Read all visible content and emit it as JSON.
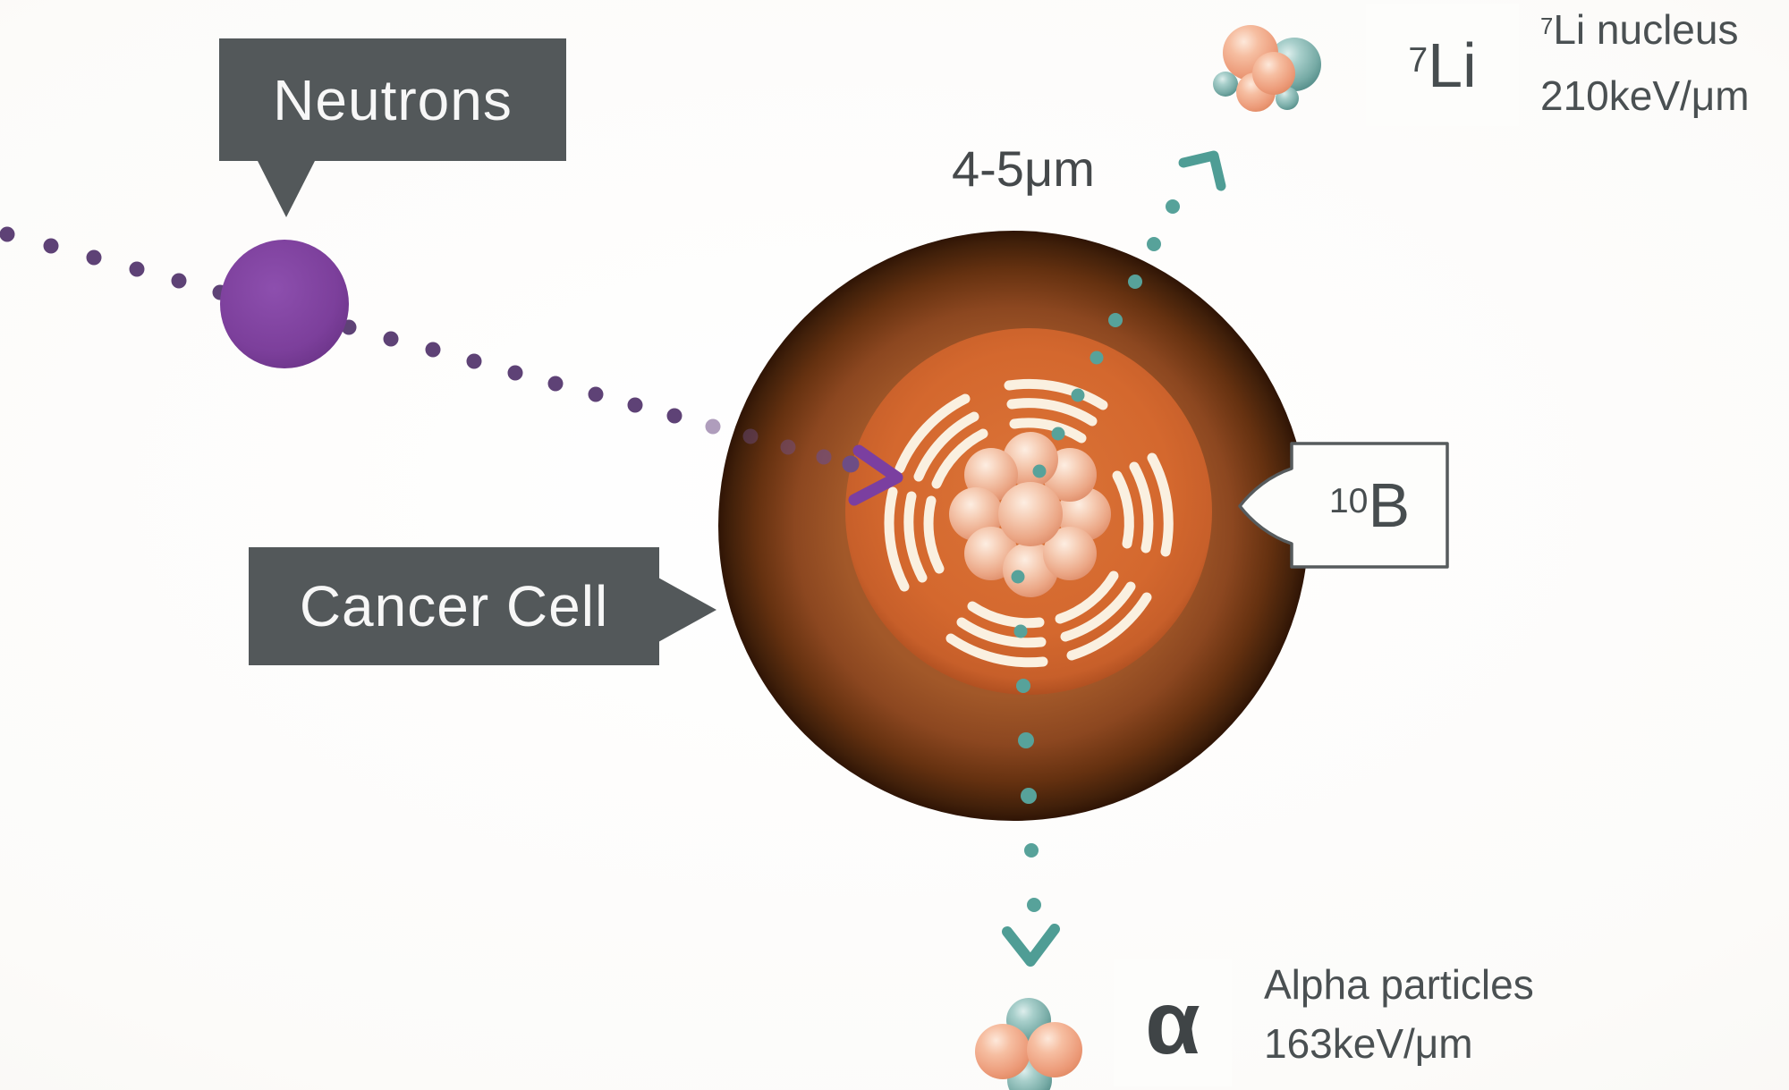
{
  "title": "Boron neutron capture therapy cell diagram",
  "colors": {
    "background": "#fcfbf9",
    "label_box_gray": "#53585a",
    "label_text_white": "#f7f7f7",
    "neutron_purple": "#7c3f9b",
    "purple_dots": "#5e4276",
    "teal": "#4f9d95",
    "cell_outer_brown": "#6b3414",
    "cell_inner_orange": "#d4682e",
    "arc_cream": "#faf0e0",
    "nucleus_salmon": "#f2c3aa",
    "particle_salmon": "#f0a384",
    "particle_teal": "#76aaa5",
    "dark_text": "#4a5052",
    "symbol_box_bg": "#fdfdfb",
    "symbol_box_border": "#505557"
  },
  "neutrons_label": {
    "text": "Neutrons"
  },
  "cancer_cell_label": {
    "text": "Cancer Cell"
  },
  "size_annotation": {
    "text": "4-5μm"
  },
  "boron_tag": {
    "superscript": "10",
    "symbol": "B"
  },
  "lithium_tag": {
    "superscript": "7",
    "symbol": "Li"
  },
  "lithium_caption": {
    "superscript": "7",
    "title_rest": "Li nucleus",
    "energy": "210keV/μm"
  },
  "alpha_tag": {
    "symbol": "α"
  },
  "alpha_caption": {
    "title": "Alpha particles",
    "energy": "163keV/μm"
  }
}
